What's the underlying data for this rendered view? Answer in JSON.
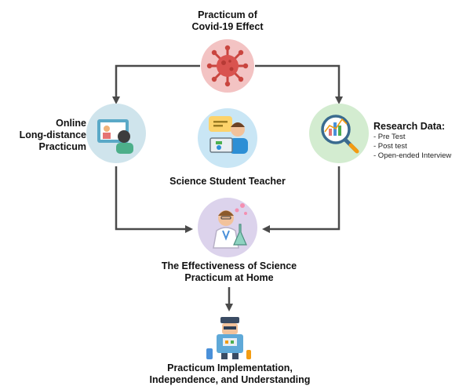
{
  "nodes": {
    "covid": {
      "title_lines": [
        "Practicum of",
        "Covid-19 Effect"
      ],
      "icon": "virus-icon"
    },
    "online": {
      "title_lines": [
        "Online",
        "Long-distance",
        "Practicum"
      ],
      "icon": "video-call-icon"
    },
    "teacher": {
      "title_lines": [
        "Science Student Teacher"
      ],
      "icon": "teacher-icon"
    },
    "research": {
      "title": "Research Data:",
      "items": [
        "- Pre Test",
        "- Post test",
        "- Open-ended Interview"
      ],
      "icon": "magnifier-chart-icon"
    },
    "effectiveness": {
      "title_lines": [
        "The Effectiveness of Science",
        "Practicum at Home"
      ],
      "icon": "scientist-icon"
    },
    "outcome": {
      "title_lines": [
        "Practicum Implementation,",
        "Independence, and Understanding"
      ],
      "icon": "robot-icon"
    }
  },
  "colors": {
    "covid_circle": "#f3c3c3",
    "online_circle": "#cfe4ec",
    "teacher_circle": "#c9e6f5",
    "research_circle": "#d3ecd0",
    "effectiveness_circle": "#dcd3ec",
    "arrow": "#4a4a4a"
  }
}
